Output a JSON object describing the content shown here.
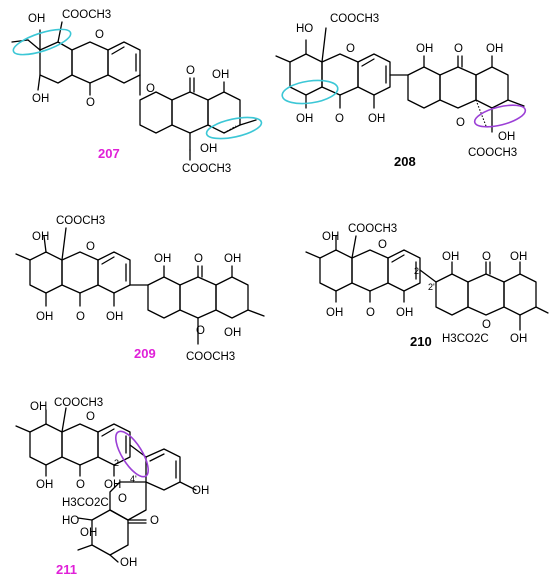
{
  "compounds": [
    {
      "id": "207",
      "color": "#e020d8",
      "labels": [
        "OH",
        "COOCH3",
        "O",
        "OH",
        "O",
        "O",
        "OH",
        "O",
        "OH",
        "COOCH3"
      ]
    },
    {
      "id": "208",
      "color": "#000000",
      "labels": [
        "HO",
        "COOCH3",
        "O",
        "OH",
        "O",
        "OH",
        "OH",
        "O",
        "OH",
        "O",
        "OH",
        "COOCH3"
      ]
    },
    {
      "id": "209",
      "color": "#e020d8",
      "labels": [
        "OH",
        "COOCH3",
        "O",
        "OH",
        "O",
        "OH",
        "OH",
        "O",
        "OH",
        "O",
        "OH",
        "COOCH3"
      ]
    },
    {
      "id": "210",
      "color": "#000000",
      "labels": [
        "OH",
        "COOCH3",
        "O",
        "2",
        "2'",
        "OH",
        "O",
        "OH",
        "OH",
        "O",
        "OH",
        "O",
        "H3CO2C",
        "OH"
      ]
    },
    {
      "id": "211",
      "color": "#e020d8",
      "labels": [
        "OH",
        "COOCH3",
        "O",
        "2",
        "4'",
        "OH",
        "O",
        "OH",
        "OH",
        "H3CO2C",
        "O",
        "HO",
        "O",
        "OH",
        "OH"
      ]
    }
  ],
  "highlight_colors": {
    "cyan": "#3cc7d6",
    "violet": "#9b3fd6"
  }
}
